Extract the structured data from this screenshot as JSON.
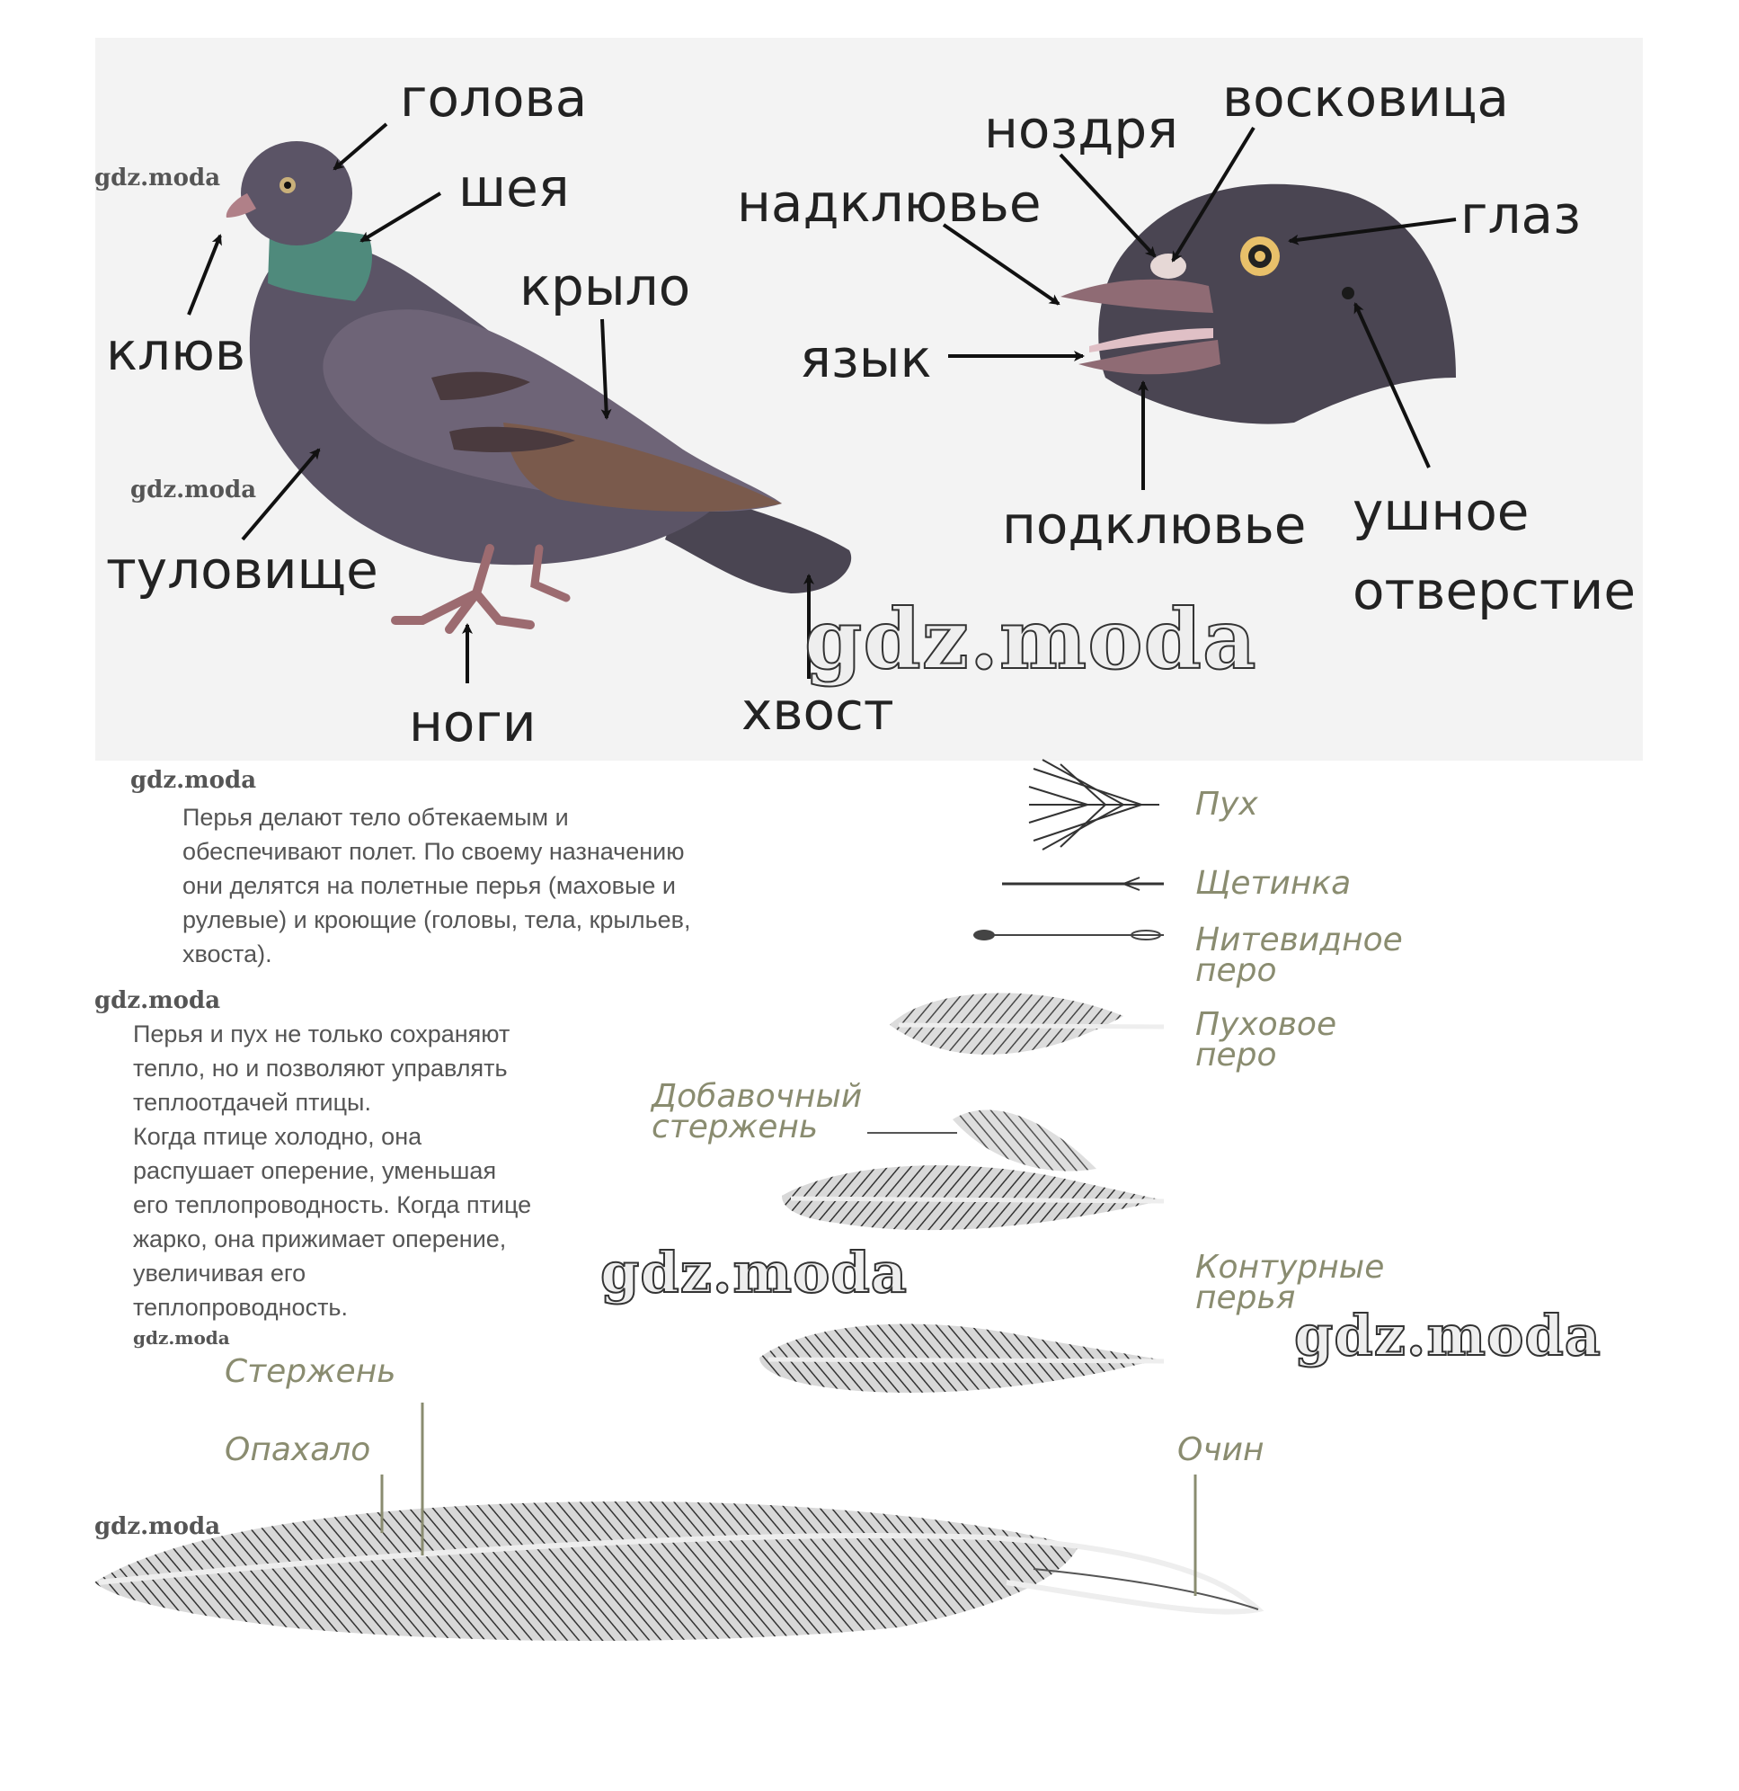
{
  "bird_labels": {
    "head": "голова",
    "neck": "шея",
    "beak": "клюв",
    "wing": "крыло",
    "body": "туловище",
    "legs": "ноги",
    "tail": "хвост"
  },
  "head_labels": {
    "cere": "восковица",
    "nostril": "ноздря",
    "upper_beak": "надклювье",
    "eye": "глаз",
    "tongue": "язык",
    "lower_beak": "подклювье",
    "ear_line1": "ушное",
    "ear_line2": "отверстие"
  },
  "text_blocks": {
    "feathers_function": "Перья делают тело обтекаемым и\nобеспечивают полет. По своему назначению\nони делятся на полетные перья (маховые и\nрулевые) и кроющие (головы, тела, крыльев,\nхвоста).",
    "feathers_heat": "Перья и пух не только сохраняют\nтепло, но и позволяют управлять\nтеплоотдачей птицы.\nКогда птице холодно, она\nраспушает оперение, уменьшая\nего теплопроводность. Когда птице\nжарко, она прижимает оперение,\nувеличивая его\nтеплопроводность."
  },
  "feather_types": {
    "down": "Пух",
    "bristle": "Щетинка",
    "filoplume_1": "Нитевидное",
    "filoplume_2": "перо",
    "down_feather_1": "Пуховое",
    "down_feather_2": "перо",
    "aftershaft_1": "Добавочный",
    "aftershaft_2": "стержень",
    "contour_1": "Контурные",
    "contour_2": "перья"
  },
  "feather_parts": {
    "shaft": "Стержень",
    "vane": "Опахало",
    "calamus": "Очин"
  },
  "watermark": "gdz.moda",
  "colors": {
    "top_bg": "#f3f3f3",
    "pigeon_body": "#5b5466",
    "pigeon_neck": "#4f8a7c",
    "wing_brown": "#7a5a4c",
    "feather_label": "#8a8c70"
  }
}
